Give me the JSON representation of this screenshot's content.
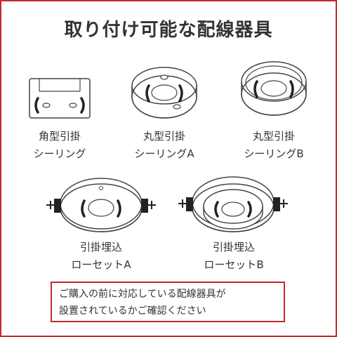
{
  "title": "取り付け可能な配線器具",
  "items": [
    {
      "icon": "square-hook-ceiling-icon",
      "line1": "角型引掛",
      "line2": "シーリング"
    },
    {
      "icon": "round-hook-ceiling-a-icon",
      "line1": "丸型引掛",
      "line2": "シーリングA"
    },
    {
      "icon": "round-hook-ceiling-b-icon",
      "line1": "丸型引掛",
      "line2": "シーリングB"
    },
    {
      "icon": "embedded-rosette-a-icon",
      "line1": "引掛埋込",
      "line2": "ローセットA"
    },
    {
      "icon": "embedded-rosette-b-icon",
      "line1": "引掛埋込",
      "line2": "ローセットB"
    }
  ],
  "notice": {
    "line1": "ご購入の前に対応している配線器具が",
    "line2": "設置されているかご確認ください"
  },
  "colors": {
    "accent": "#c62a2a",
    "text": "#333333",
    "line": "#444444"
  }
}
